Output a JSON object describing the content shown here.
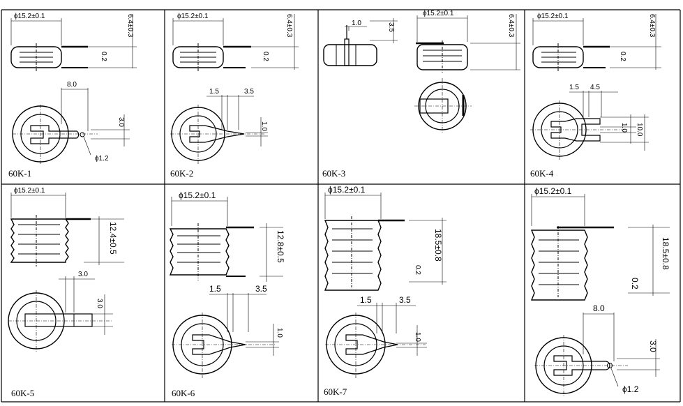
{
  "panels": [
    {
      "model": "60K-1",
      "diameter": "ϕ15.2±0.1",
      "height": "6.4±0.3",
      "offset": "0.2",
      "pin_span": "8.0",
      "pin_width": "3.0",
      "hole": "ϕ1.2"
    },
    {
      "model": "60K-2",
      "diameter": "ϕ15.2±0.1",
      "height": "6.4±0.3",
      "offset": "0.2",
      "pin_a": "1.5",
      "pin_b": "3.5",
      "pin_width": "1.0"
    },
    {
      "model": "60K-3",
      "lead_width": "1.0",
      "lead_height": "3.5",
      "diameter": "ϕ15.2±0.1",
      "height": "6.4±0.3"
    },
    {
      "model": "60K-4",
      "diameter": "ϕ15.2±0.1",
      "height": "6.4±0.3",
      "offset": "0.2",
      "pin_a": "1.5",
      "pin_b": "4.5",
      "pin_width": "1.0",
      "pin_span": "10.0"
    },
    {
      "model": "60K-5",
      "diameter": "ϕ15.2±0.1",
      "height": "12.4±0.5",
      "pin_span": "3.0",
      "pin_width": "3.0"
    },
    {
      "model": "60K-6",
      "diameter": "ϕ15.2±0.1",
      "height": "12.8±0.5",
      "pin_a": "1.5",
      "pin_b": "3.5",
      "pin_width": "1.0"
    },
    {
      "model": "60K-7",
      "diameter": "ϕ15.2±0.1",
      "height": "18.5±0.8",
      "offset": "0.2",
      "pin_a": "1.5",
      "pin_b": "3.5",
      "pin_width": "1.0"
    },
    {
      "model": "",
      "diameter": "ϕ15.2±0.1",
      "height": "18.5±0.8",
      "offset": "0.2",
      "pin_span": "8.0",
      "pin_width": "3.0",
      "hole": "ϕ1.2"
    }
  ]
}
